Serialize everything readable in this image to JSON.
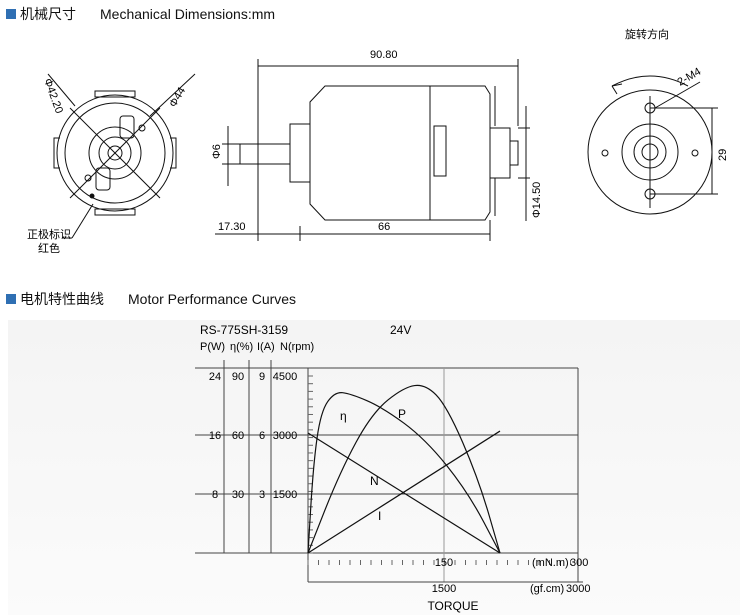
{
  "section1": {
    "title_zh": "机械尺寸",
    "title_en": "Mechanical Dimensions:mm"
  },
  "section2": {
    "title_zh": "电机特性曲线",
    "title_en": "Motor Performance Curves"
  },
  "front_view": {
    "dia1": "Φ42.20",
    "dia2": "Φ44",
    "note1": "正极标识",
    "note2": "红色"
  },
  "side_view": {
    "length_total": "90.80",
    "shaft_dia": "Φ6",
    "shaft_len": "17.30",
    "body_len": "66",
    "boss_dia": "Φ14.50"
  },
  "rear_view": {
    "rotation": "旋转方向",
    "holes": "2-M4",
    "spacing": "29"
  },
  "chart_data": {
    "type": "line",
    "model": "RS-775SH-3159",
    "voltage": "24V",
    "axis_headers": [
      "P(W)",
      "η(%)",
      "I(A)",
      "N(rpm)"
    ],
    "left_axes": [
      {
        "name": "P(W)",
        "ticks": [
          "8",
          "16",
          "24"
        ]
      },
      {
        "name": "η(%)",
        "ticks": [
          "30",
          "60",
          "90"
        ]
      },
      {
        "name": "I(A)",
        "ticks": [
          "3",
          "6",
          "9"
        ]
      },
      {
        "name": "N(rpm)",
        "ticks": [
          "1500",
          "3000",
          "4500"
        ]
      }
    ],
    "x_axes": [
      {
        "unit": "(mN.m)",
        "tick": "150",
        "max": "300"
      },
      {
        "unit": "(gf.cm)",
        "tick": "1500",
        "max": "3000"
      }
    ],
    "xlabel": "TORQUE",
    "series": [
      {
        "name": "η",
        "points": [
          [
            0,
            0
          ],
          [
            5,
            45
          ],
          [
            12,
            72
          ],
          [
            25,
            82
          ],
          [
            40,
            81
          ],
          [
            70,
            74
          ],
          [
            110,
            58
          ],
          [
            150,
            31
          ],
          [
            180,
            0
          ]
        ]
      },
      {
        "name": "P",
        "points": [
          [
            0,
            0
          ],
          [
            30,
            11
          ],
          [
            60,
            19
          ],
          [
            90,
            22.5
          ],
          [
            110,
            22.9
          ],
          [
            130,
            20
          ],
          [
            160,
            10
          ],
          [
            180,
            0
          ]
        ]
      },
      {
        "name": "N",
        "points": [
          [
            0,
            3050
          ],
          [
            180,
            0
          ]
        ]
      },
      {
        "name": "I",
        "points": [
          [
            0,
            0
          ],
          [
            180,
            6.2
          ]
        ]
      }
    ]
  }
}
